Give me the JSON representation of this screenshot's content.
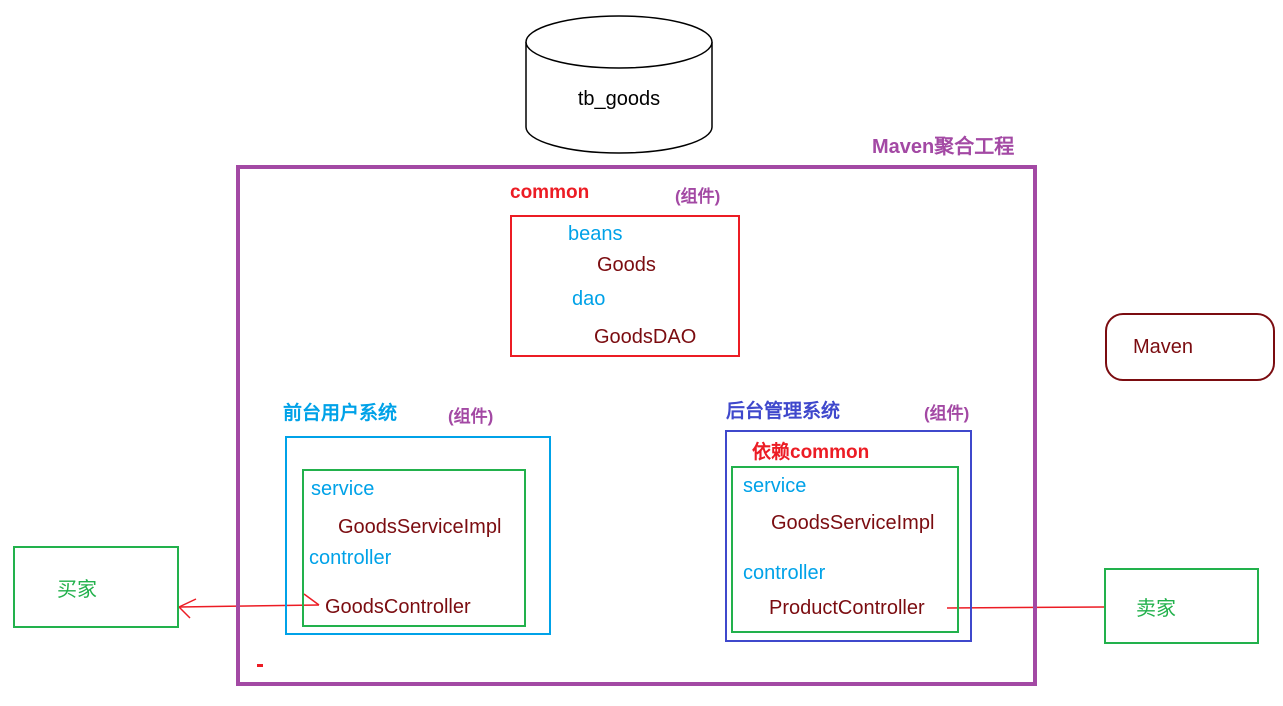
{
  "colors": {
    "aggregate_purple": "#A349A4",
    "red": "#EC1C24",
    "package_cyan": "#00A2E8",
    "backend_indigo": "#3F48CC",
    "class_dark_red": "#7B0C10",
    "green": "#22B14C",
    "black": "#000000"
  },
  "database": {
    "label": "tb_goods"
  },
  "aggregate": {
    "title": "Maven聚合工程"
  },
  "common": {
    "title": "common",
    "tag": "(组件)",
    "package1": "beans",
    "class1": "Goods",
    "package2": "dao",
    "class2": "GoodsDAO"
  },
  "frontend": {
    "title": "前台用户系统",
    "tag": "(组件)",
    "package1": "service",
    "class1": "GoodsServiceImpl",
    "package2": "controller",
    "class2": "GoodsController"
  },
  "backend": {
    "title": "后台管理系统",
    "tag": "(组件)",
    "note": "依赖common",
    "package1": "service",
    "class1": "GoodsServiceImpl",
    "package2": "controller",
    "class2": "ProductController"
  },
  "buyer": {
    "label": "买家"
  },
  "seller": {
    "label": "卖家"
  },
  "maven_tool": {
    "label": "Maven"
  }
}
